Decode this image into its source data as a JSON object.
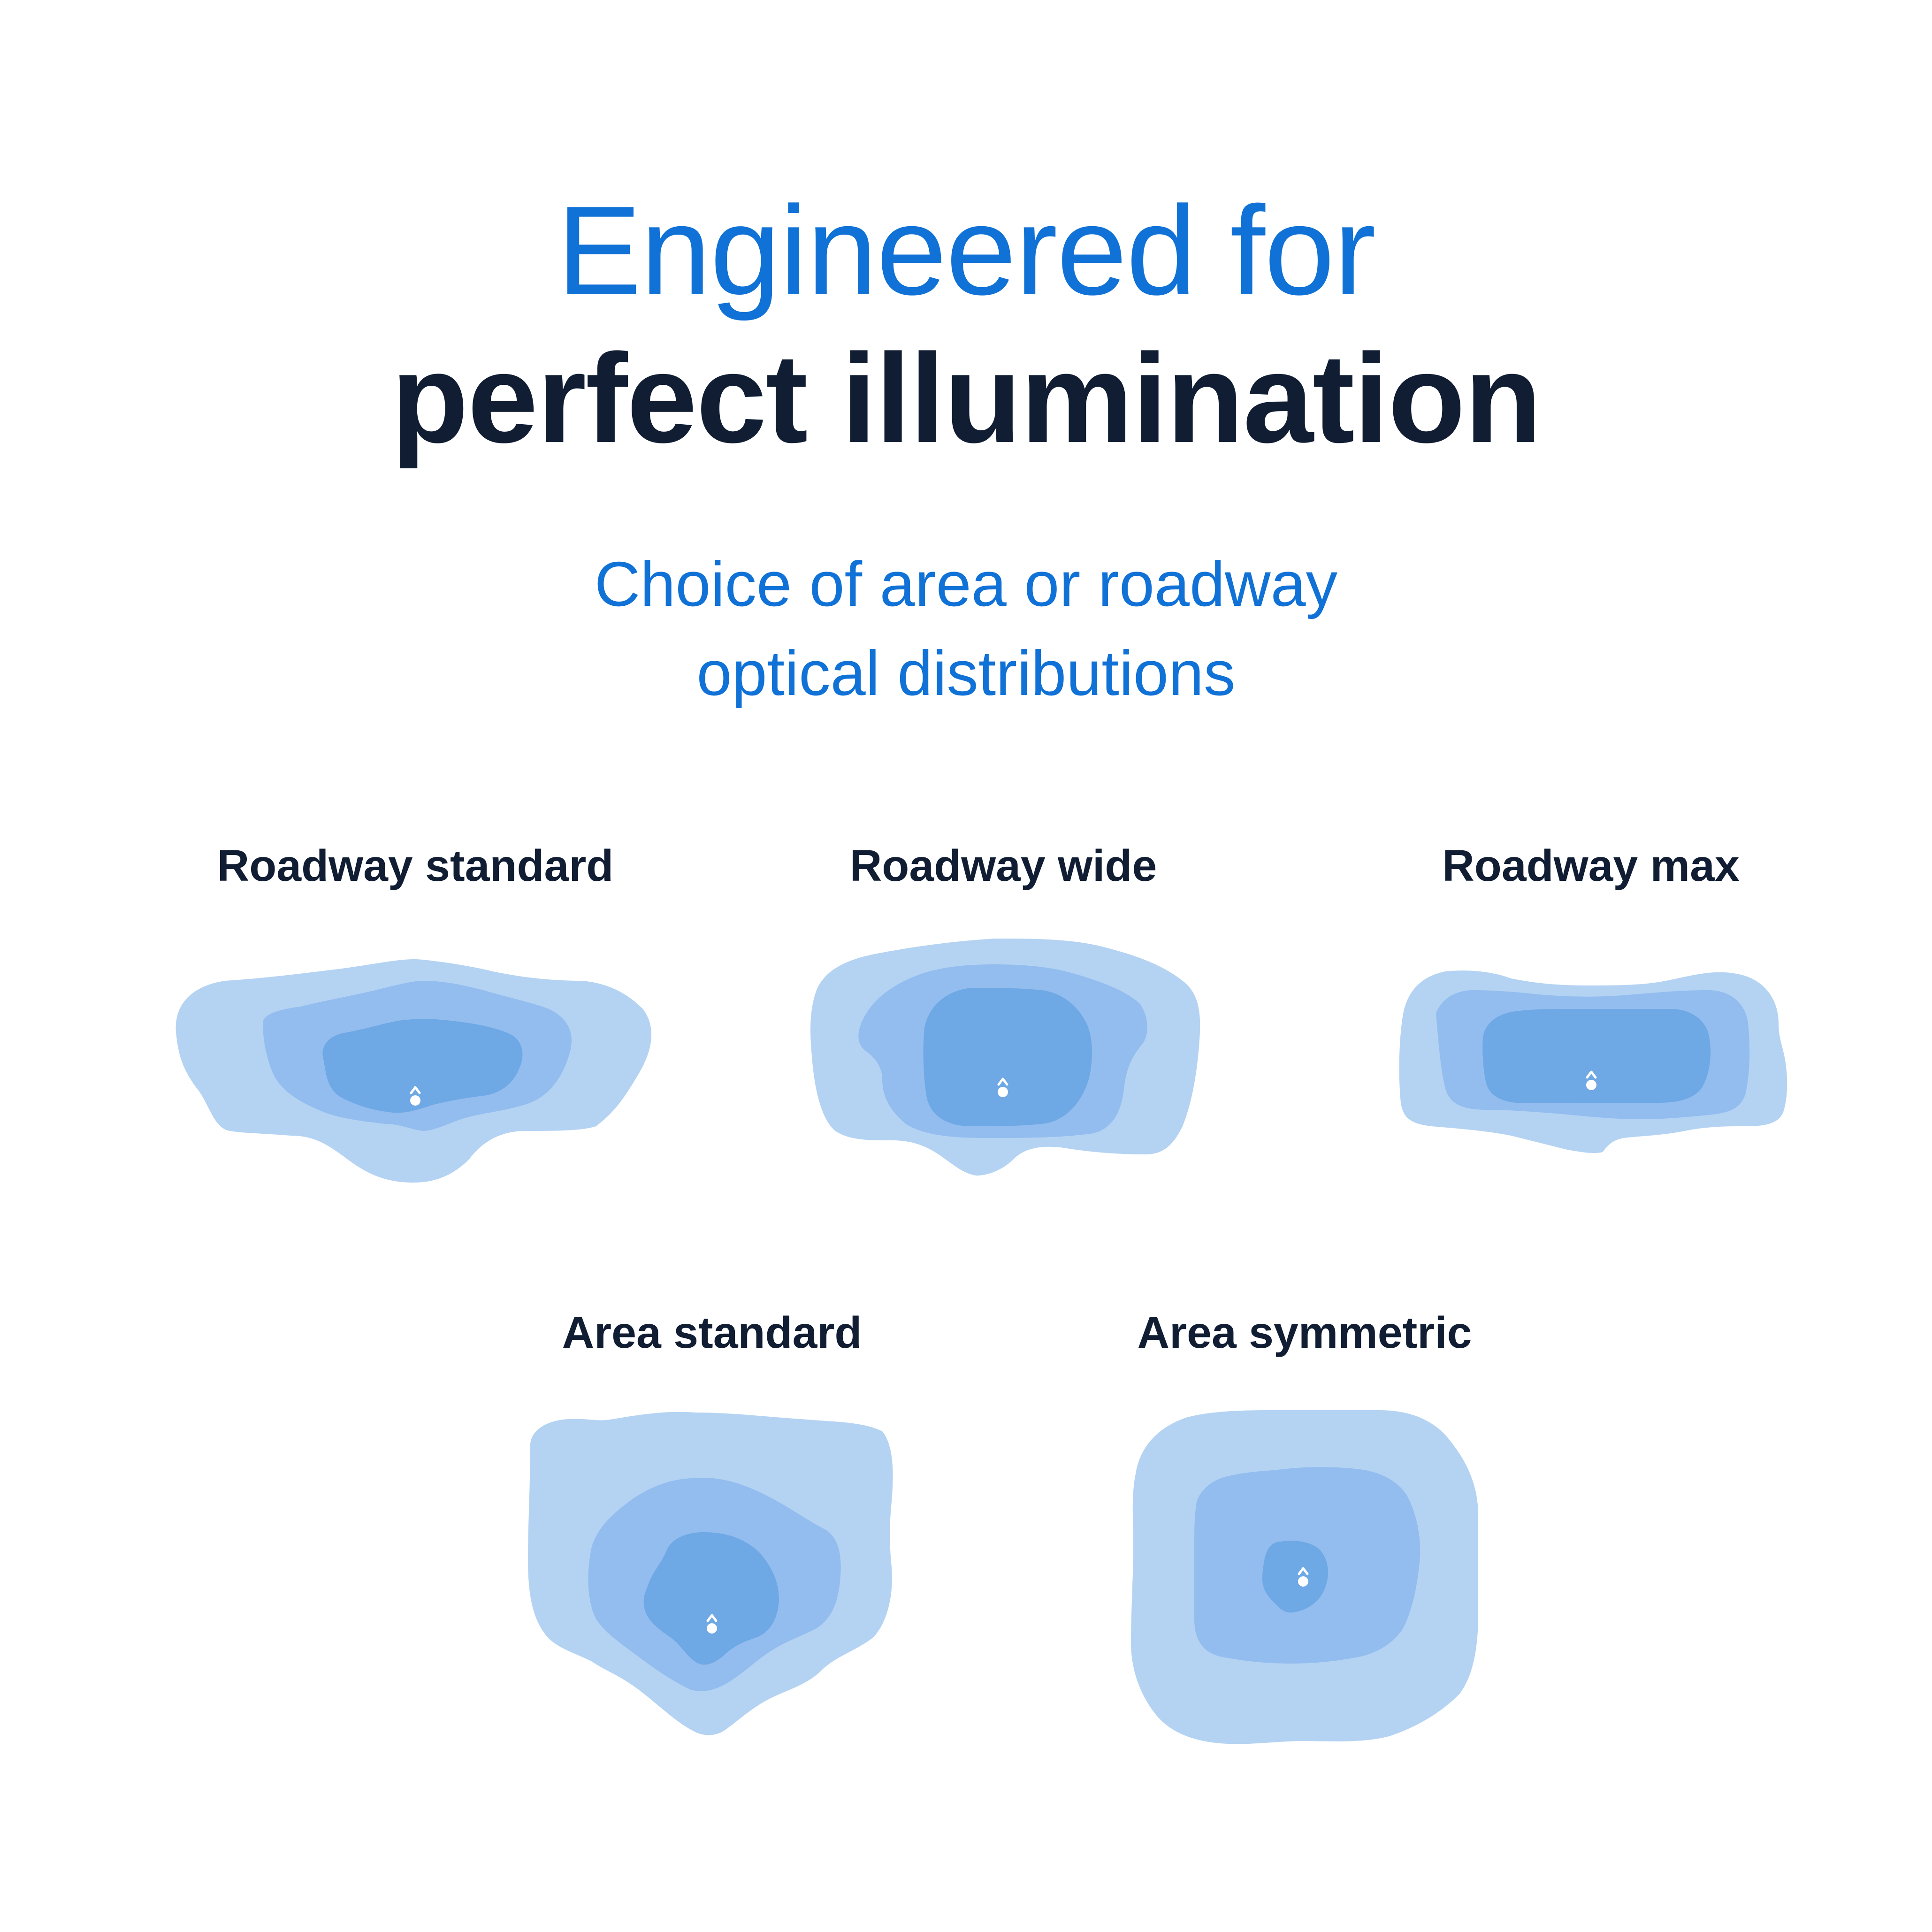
{
  "title": {
    "line1": "Engineered for",
    "line2": "perfect illumination"
  },
  "subtitle": {
    "line1": "Choice of area or roadway",
    "line2": "optical distributions"
  },
  "colors": {
    "title_accent": "#1071d6",
    "title_dark": "#101d33",
    "zone_outer": "#b4d3f3",
    "zone_middle": "#93bdee",
    "zone_inner": "#6ea8e5",
    "fixture_marker": "#ffffff"
  },
  "distributions": [
    {
      "id": "roadway-standard",
      "label": "Roadway standard",
      "marker_icon": "fixture-marker-icon"
    },
    {
      "id": "roadway-wide",
      "label": "Roadway wide",
      "marker_icon": "fixture-marker-icon"
    },
    {
      "id": "roadway-max",
      "label": "Roadway max",
      "marker_icon": "fixture-marker-icon"
    },
    {
      "id": "area-standard",
      "label": "Area standard",
      "marker_icon": "fixture-marker-icon"
    },
    {
      "id": "area-symmetric",
      "label": "Area symmetric",
      "marker_icon": "fixture-marker-icon"
    }
  ]
}
